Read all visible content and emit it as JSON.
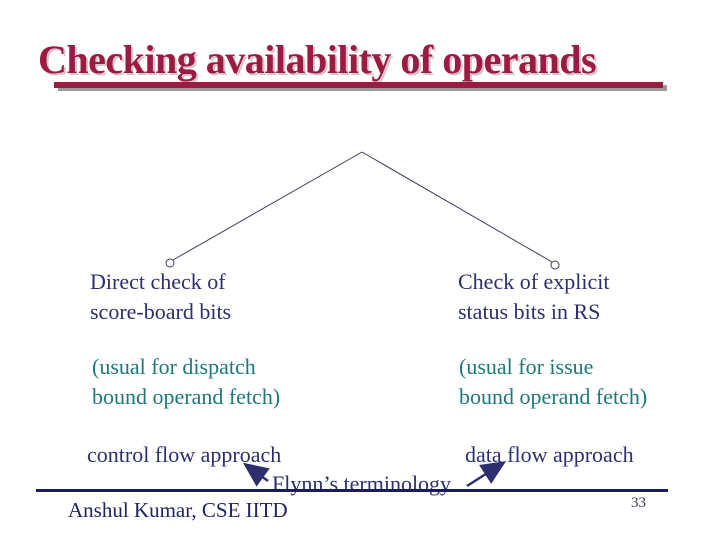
{
  "slide": {
    "title": "Checking availability of operands",
    "diagram": {
      "left": {
        "heading": "Direct check of\nscore-board bits",
        "note": "(usual for dispatch\nbound operand fetch)",
        "approach": "control flow approach"
      },
      "right": {
        "heading": "Check of explicit\nstatus bits in RS",
        "note": "(usual for issue\nbound operand fetch)",
        "approach": "data flow approach"
      },
      "caption": "Flynn’s terminology"
    },
    "footer": {
      "author": "Anshul Kumar, CSE IITD",
      "page_number": "33"
    },
    "colors": {
      "title_maroon": "#9b1b42",
      "title_shadow_pink": "#d9c2cb",
      "rule_shadow_gray": "#9a9a9a",
      "body_navy": "#2e2e6e",
      "note_teal": "#1e7878",
      "footer_line_navy": "#1a1a5e",
      "tree_line": "#3c3c5c",
      "background": "#ffffff"
    }
  }
}
